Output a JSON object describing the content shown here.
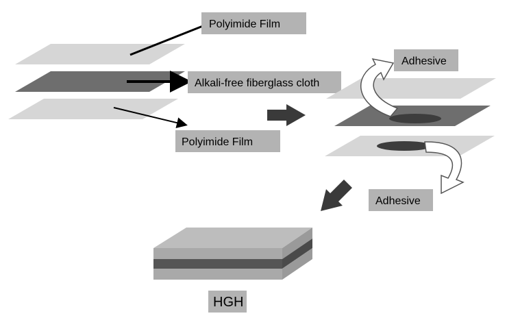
{
  "labels": {
    "polyimide_top": "Polyimide Film",
    "fiberglass": "Alkali-free fiberglass cloth",
    "polyimide_bottom": "Polyimide Film",
    "adhesive_top": "Adhesive",
    "adhesive_bottom": "Adhesive",
    "product": "HGH"
  },
  "colors": {
    "film_light": "#d6d6d6",
    "film_mid": "#bdbdbd",
    "cloth_dark": "#6e6e6e",
    "adhesive_spot": "#3d3d3d",
    "arrow_dark": "#3a3a3a",
    "label_bg": "#b3b3b3"
  }
}
